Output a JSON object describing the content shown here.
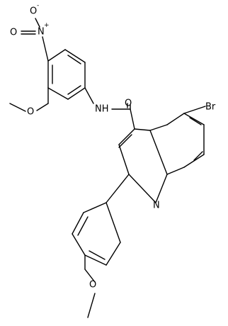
{
  "molecule": {
    "atoms": {
      "nitro_o_minus": "O",
      "nitro_o_minus_charge": "-",
      "nitro_n": "N",
      "nitro_n_charge": "+",
      "nitro_o_double": "O",
      "methoxy1_o": "O",
      "amide_n": "NH",
      "carbonyl_o": "O",
      "bromine": "Br",
      "quinoline_n": "N",
      "methoxy2_o": "O"
    }
  }
}
